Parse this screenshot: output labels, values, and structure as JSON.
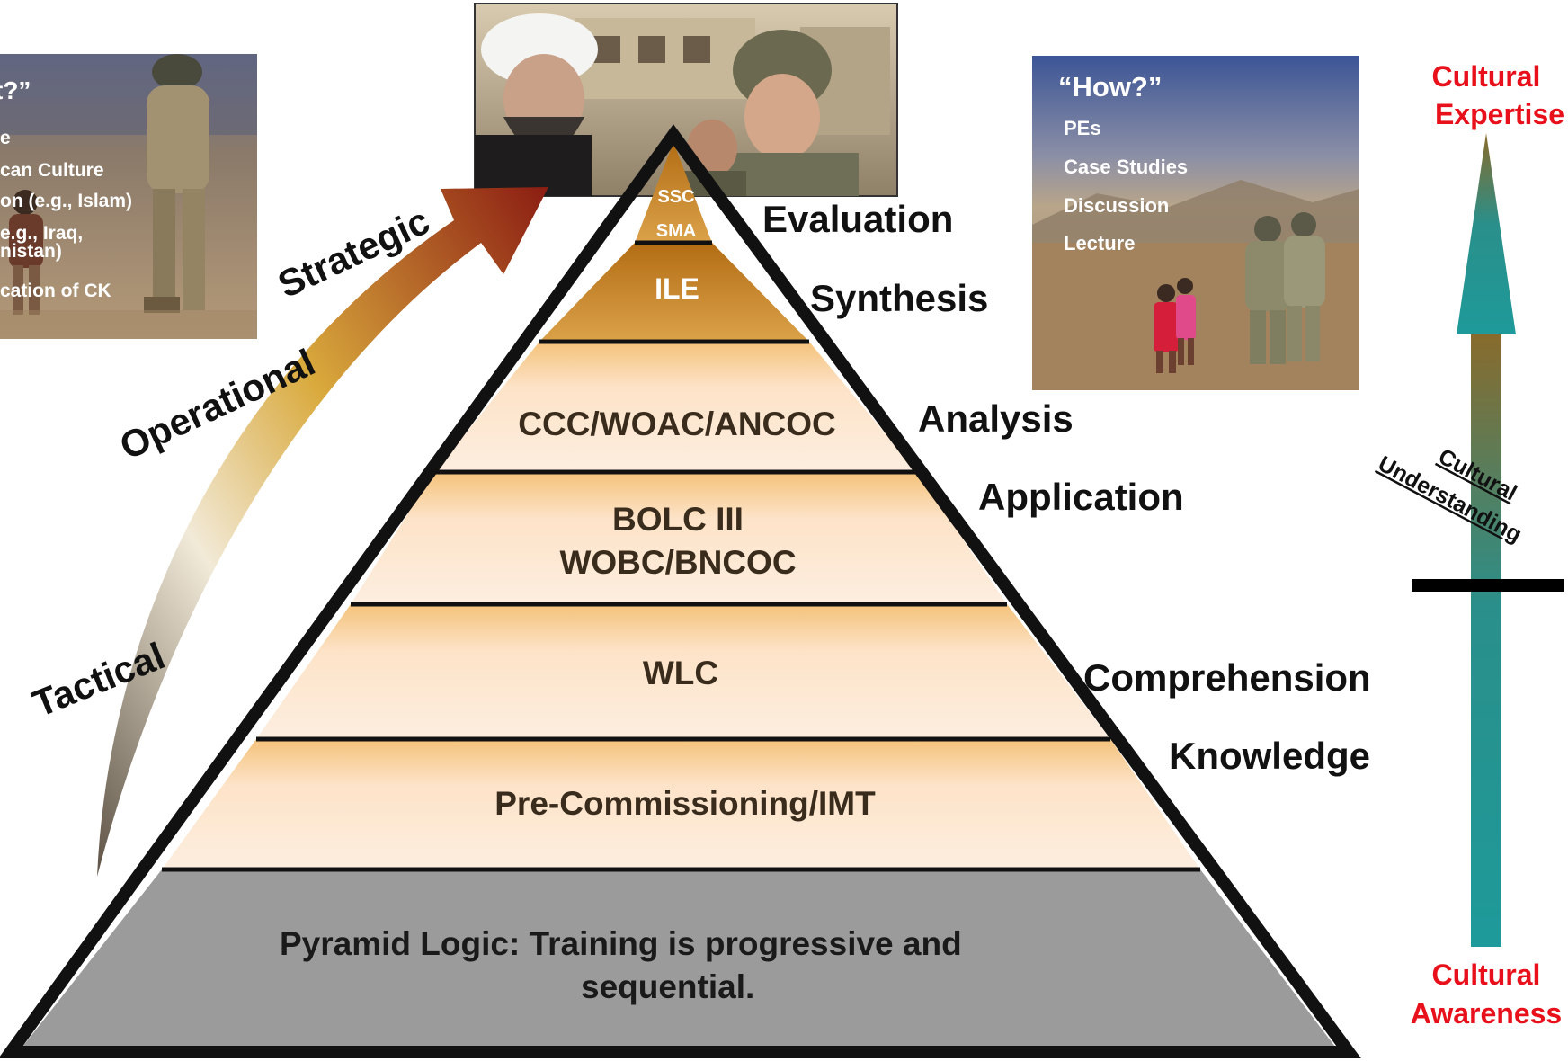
{
  "photo_left": {
    "title": "t?”",
    "items": [
      "e",
      "can Culture",
      "on (e.g., Islam)",
      "e.g., Iraq,",
      "nistan)",
      "cation of CK"
    ]
  },
  "photo_right": {
    "title": "“How?”",
    "items": [
      "PEs",
      "Case Studies",
      "Discussion",
      "Lecture"
    ]
  },
  "pyramid": {
    "levels": [
      {
        "id": "ssc-sma",
        "lines": [
          "SSC",
          "SMA"
        ],
        "color": "#d49a2c"
      },
      {
        "id": "ile",
        "lines": [
          "ILE"
        ],
        "color": "#d4902a"
      },
      {
        "id": "ccc",
        "lines": [
          "CCC/WOAC/ANCOC"
        ],
        "color": "#fde2c4"
      },
      {
        "id": "bolc",
        "lines": [
          "BOLC III",
          "WOBC/BNCOC"
        ],
        "color": "#fde2c4"
      },
      {
        "id": "wlc",
        "lines": [
          "WLC"
        ],
        "color": "#fde2c4"
      },
      {
        "id": "pre",
        "lines": [
          "Pre-Commissioning/IMT"
        ],
        "color": "#fde2c4"
      }
    ],
    "base_lines": [
      "Pyramid Logic:  Training is progressive and",
      "sequential."
    ]
  },
  "bloom_levels": [
    "Evaluation",
    "Synthesis",
    "Analysis",
    "Application",
    "Comprehension",
    "Knowledge"
  ],
  "arc_labels": [
    "Strategic",
    "Operational",
    "Tactical"
  ],
  "scale": {
    "top": [
      "Cultural",
      "Expertise"
    ],
    "middle": [
      "Cultural",
      "Understanding"
    ],
    "bottom": [
      "Cultural",
      "Awareness"
    ],
    "label_color": "#e8101a"
  }
}
